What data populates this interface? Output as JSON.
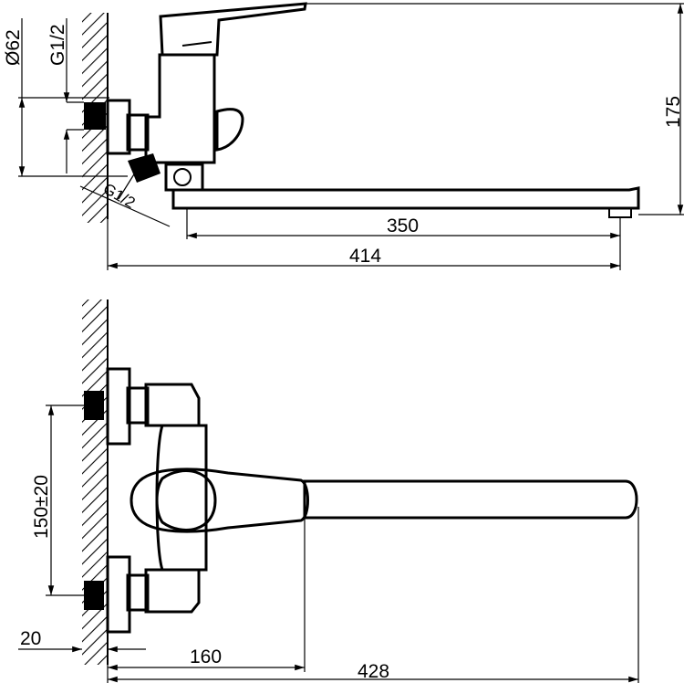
{
  "dimensions": {
    "side_view": {
      "diameter": "Ø62",
      "thread_top": "G1/2",
      "thread_angled": "G1/2",
      "spout_length": "350",
      "total_length": "414",
      "height": "175"
    },
    "top_view": {
      "centers": "150±20",
      "wall_offset": "20",
      "handle_reach": "160",
      "total_length": "428"
    }
  },
  "icons": {
    "wall_hatch": "wall-hatch-icon",
    "arrow": "arrow-head-icon"
  }
}
